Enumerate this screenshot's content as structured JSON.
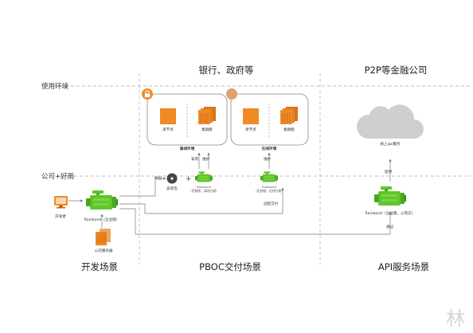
{
  "zones": {
    "use_env": "使用环境",
    "company": "公司+好雨"
  },
  "headers": {
    "bank_gov": "银行、政府等",
    "p2p": "P2P等金融公司"
  },
  "footers": {
    "dev": "开发场景",
    "pboc": "PBOC交付场景",
    "api": "API服务场景"
  },
  "offline_env": {
    "single_node": "单节点",
    "cluster": "集群版",
    "label": "离线环境"
  },
  "online_env": {
    "single_node": "单节点",
    "cluster": "集群版",
    "label": "在线环境"
  },
  "actions": {
    "install": "安装",
    "maintain": "维护",
    "maintain2": "维护",
    "export": "导出",
    "install_pkg": "安装包",
    "remote_delivery": "远程交付",
    "provide": "提供",
    "via": "通过"
  },
  "nodes": {
    "dev_pc": "开发者",
    "rainbond_enterprise": "Rainbond（企业版）",
    "company_server": "公司服务器",
    "rainbond_pboc_1_name": "Rainbond",
    "rainbond_pboc_1_sub": "（定制版，离线方案）",
    "rainbond_pboc_2_name": "Rainbond",
    "rainbond_pboc_2_sub": "（定制版，在线方案）",
    "cloud_service": "线上api服务",
    "rainbond_public": "Rainbond（企业版，公有云）"
  },
  "watermark": "林",
  "colors": {
    "green": "#5fc62a",
    "green_dark": "#3f8f17",
    "orange": "#f08a24",
    "orange_dark": "#c9631a",
    "grey_line": "#9b9b9b",
    "cloud": "#cfcfcf"
  },
  "icons": {
    "lock": "lock-icon",
    "engine": "engine-icon",
    "server": "server-icon",
    "disc": "disc-icon",
    "computer": "computer-icon",
    "cloud": "cloud-icon"
  }
}
